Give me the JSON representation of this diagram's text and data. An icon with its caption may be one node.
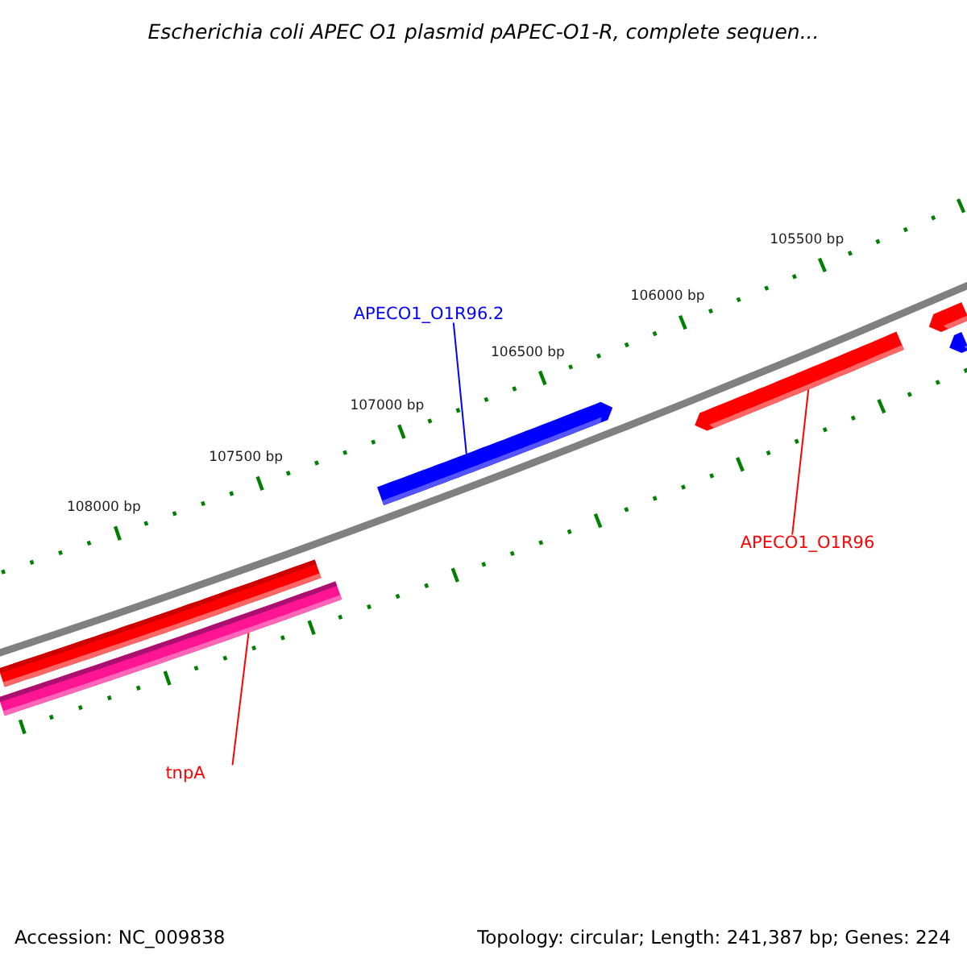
{
  "diagram": {
    "title": "Escherichia coli APEC O1 plasmid pAPEC-O1-R, complete sequen...",
    "nodes": [
      {
        "text": [],
        "shape": "bar"
      },
      {
        "text": [],
        "shape": "bar"
      },
      {
        "text": [
          "APECO1_O1R96.2"
        ]
      },
      {
        "text": [],
        "shape": "bar"
      },
      {
        "text": [],
        "shape": "bar"
      },
      {
        "text": [
          "APECO1_O1R96"
        ]
      },
      {
        "text": [],
        "shape": "bar"
      },
      {
        "text": [],
        "shape": "bar"
      },
      {
        "text": [
          "tnpA"
        ]
      }
    ],
    "edges": [
      {
        "from": 2,
        "to": 3,
        "arrow": "none",
        "color": "#0000ff"
      },
      {
        "from": 5,
        "to": 4,
        "arrow": "none"
      },
      {
        "from": 8,
        "to": 7,
        "arrow": "none"
      }
    ],
    "labels": [
      "105500 bp",
      "106000 bp",
      "106500 bp",
      "107000 bp",
      "107500 bp",
      "108000 bp",
      "Accession: NC_009838",
      "Topology: circular; Length: 241,387 bp; Genes: 224"
    ]
  }
}
